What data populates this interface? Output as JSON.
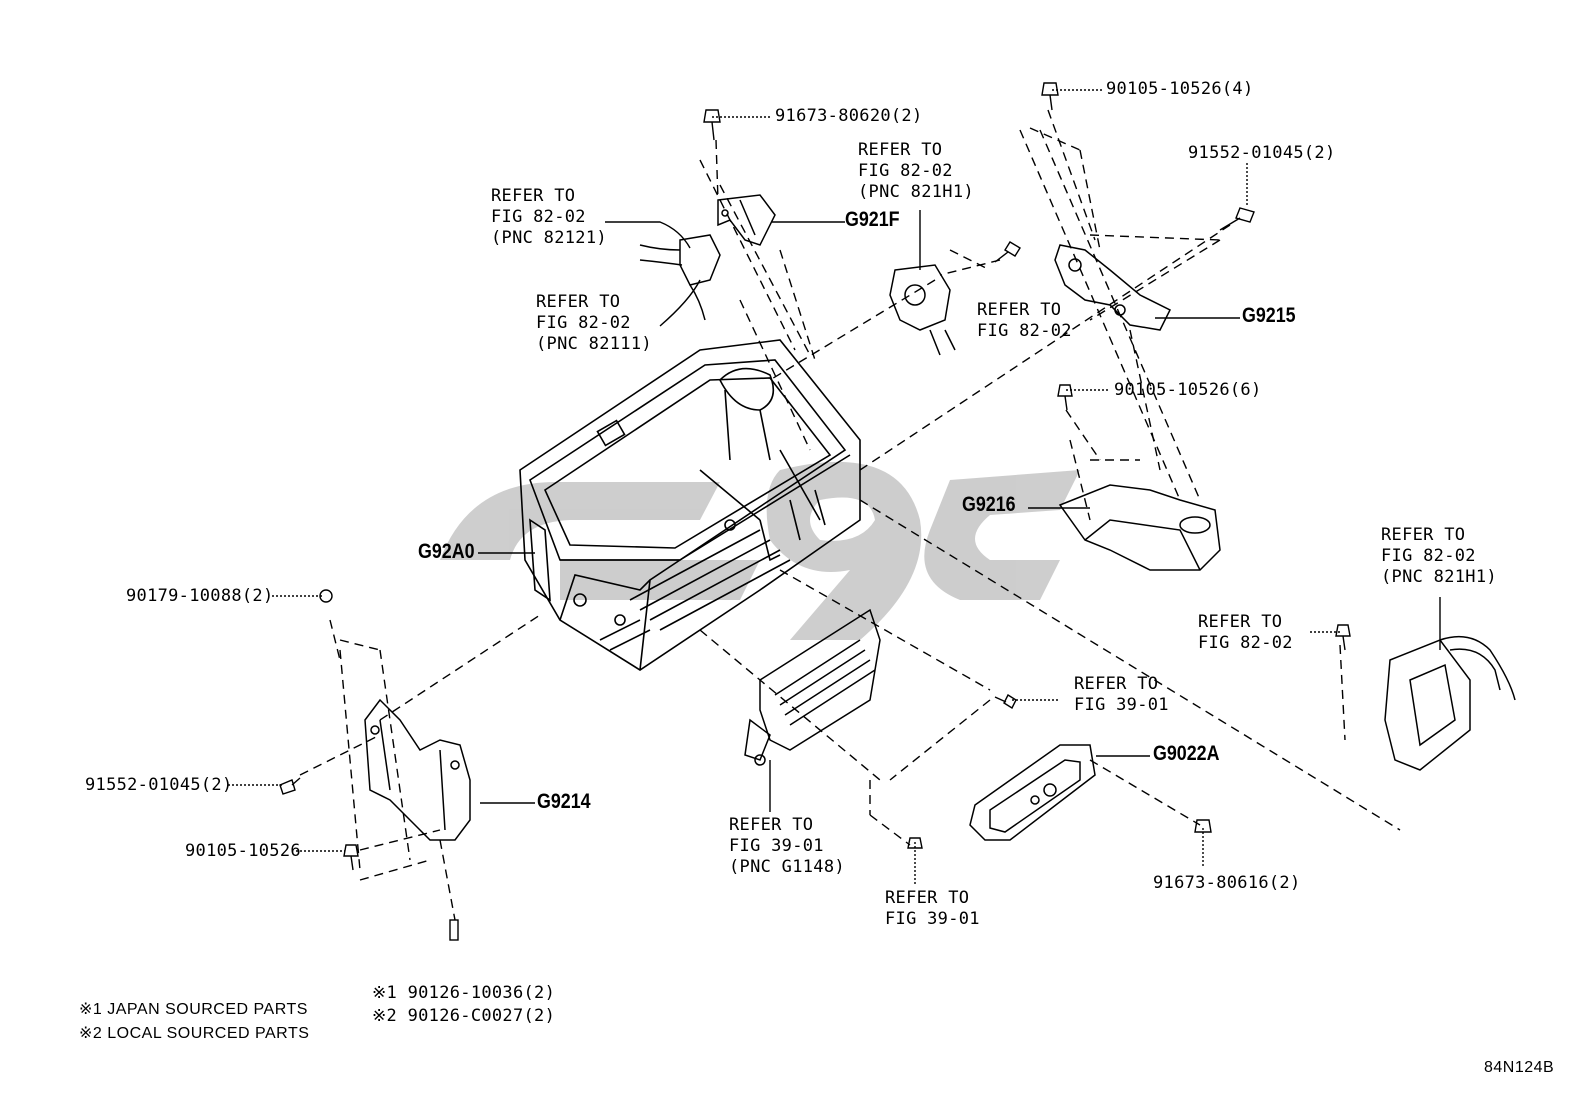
{
  "part_numbers": {
    "p1": "91673-80620(2)",
    "p2": "90105-10526(4)",
    "p3": "91552-01045(2)",
    "p4": "90105-10526(6)",
    "p5": "90179-10088(2)",
    "p6": "91552-01045(2)",
    "p7": "90105-10526",
    "p8": "91673-80616(2)",
    "p9": "※1 90126-10036(2)",
    "p10": "※2 90126-C0027(2)"
  },
  "pnc": {
    "g921f": "G921F",
    "g9215": "G9215",
    "g9216": "G9216",
    "g92a0": "G92A0",
    "g9214": "G9214",
    "g9022a": "G9022A"
  },
  "refs": {
    "r1": [
      "REFER TO",
      "FIG 82-02",
      "(PNC 82121)"
    ],
    "r2": [
      "REFER TO",
      "FIG 82-02",
      "(PNC 82111)"
    ],
    "r3": [
      "REFER TO",
      "FIG 82-02",
      "(PNC 821H1)"
    ],
    "r4": [
      "REFER TO",
      "FIG 82-02"
    ],
    "r5": [
      "REFER TO",
      "FIG 82-02",
      "(PNC 821H1)"
    ],
    "r6": [
      "REFER TO",
      "FIG 82-02"
    ],
    "r7": [
      "REFER TO",
      "FIG 39-01"
    ],
    "r8": [
      "REFER TO",
      "FIG 39-01",
      "(PNC G1148)"
    ],
    "r9": [
      "REFER TO",
      "FIG 39-01"
    ]
  },
  "notes": {
    "n1": "※1 JAPAN SOURCED PARTS",
    "n2": "※2 LOCAL SOURCED PARTS"
  },
  "diagram_code": "84N124B"
}
